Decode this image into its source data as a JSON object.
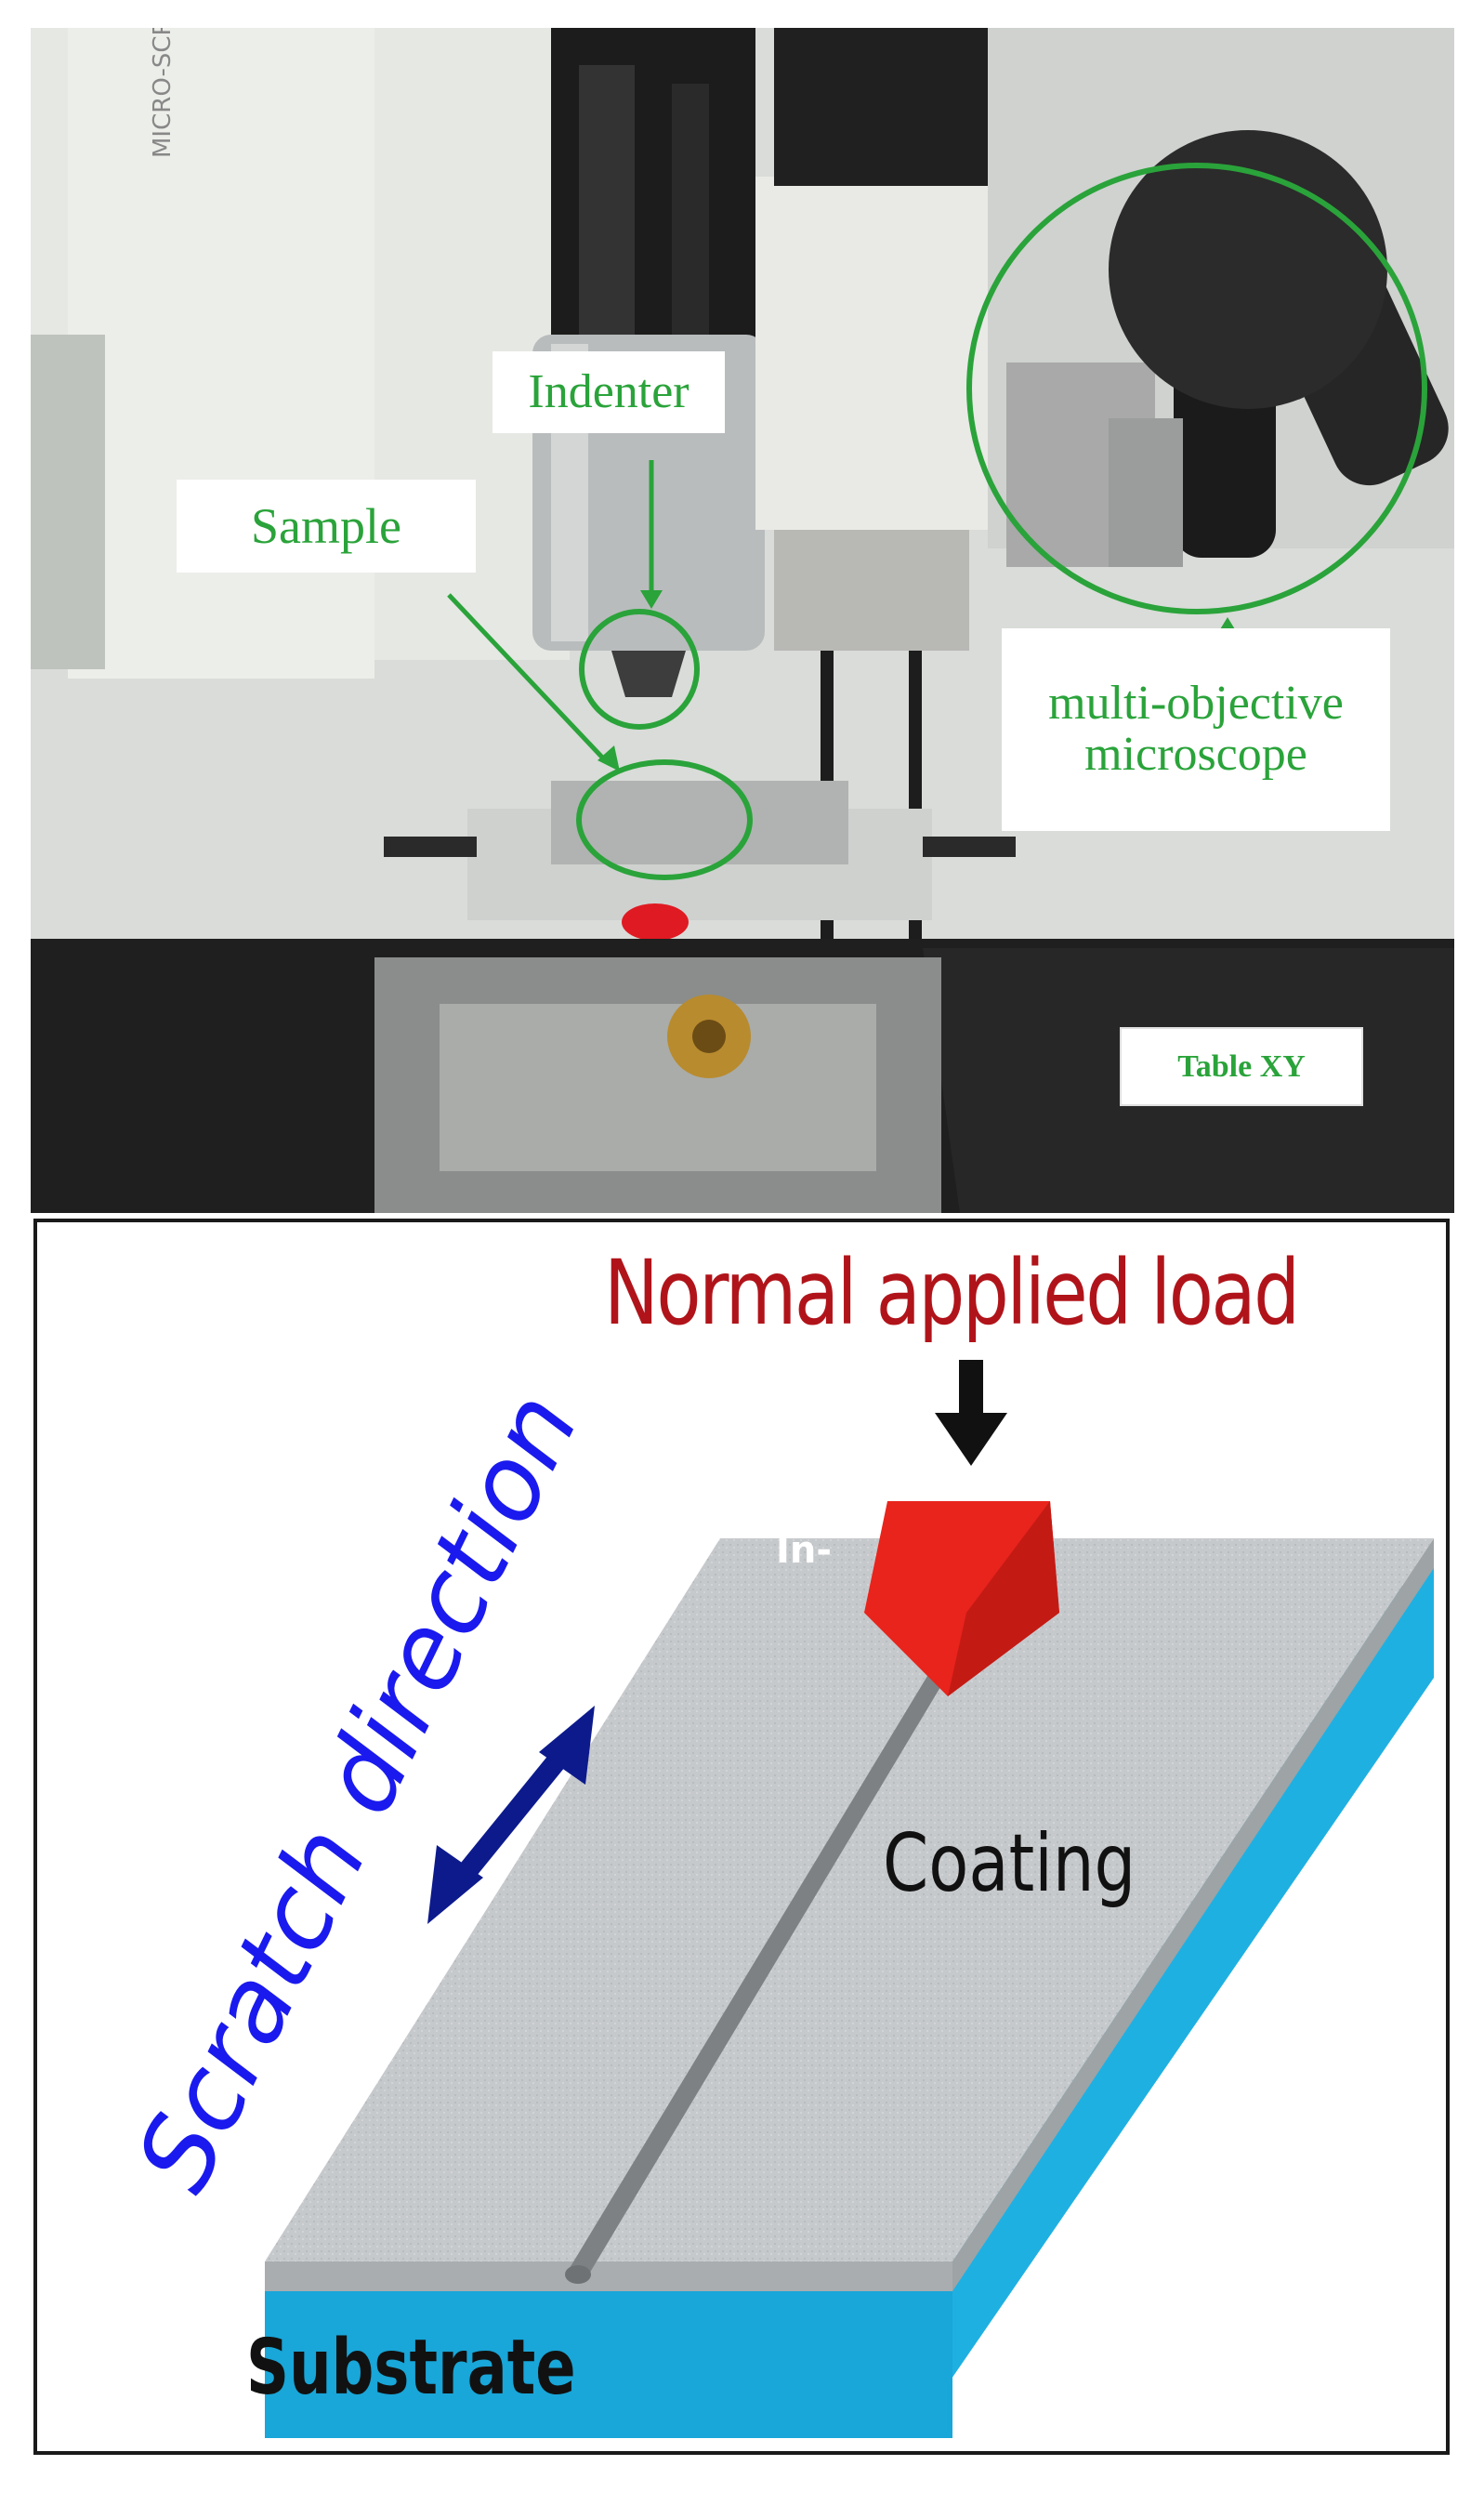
{
  "photo": {
    "label_indenter": "Indenter",
    "label_sample": "Sample",
    "label_microscope_line1": "multi-objective",
    "label_microscope_line2": "microscope",
    "label_table": "Table XY",
    "machine_text": "MICRO-SCRATCH TE"
  },
  "diagram": {
    "title": "Normal applied load",
    "label_coating": "Coating",
    "label_substrate": "Substrate",
    "label_direction": "Scratch direction",
    "label_stub": "In-"
  },
  "colors": {
    "annotation_green": "#2aa33a",
    "load_red": "#b0141a",
    "direction_blue": "#1a1aee",
    "arrow_navy": "#0c1a8c",
    "indenter_red": "#e8241c",
    "coating_grey": "#c6c9cc",
    "substrate_cyan": "#19a6d8"
  }
}
